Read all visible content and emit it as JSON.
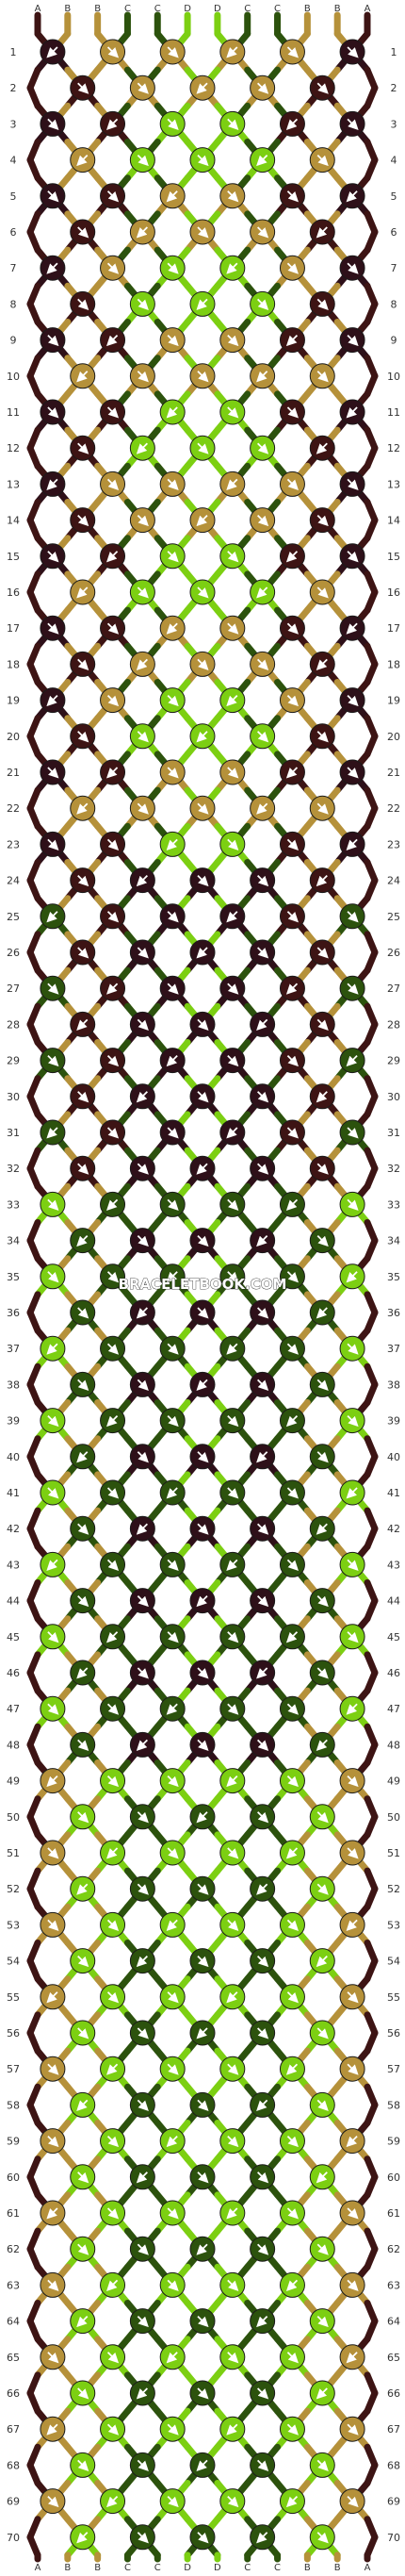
{
  "watermark": "BRACELETBOOK.COM",
  "strands": [
    "A",
    "B",
    "B",
    "C",
    "C",
    "D",
    "D",
    "C",
    "C",
    "B",
    "B",
    "A"
  ],
  "colors": {
    "A": "#3d1414",
    "B": "#b5913a",
    "C": "#2c520d",
    "D": "#7ccf12",
    "E": "#2e1019"
  },
  "rows": [
    "1",
    "2",
    "3",
    "4",
    "5",
    "6",
    "7",
    "8",
    "9",
    "10",
    "11",
    "12",
    "13",
    "14",
    "15",
    "16",
    "17",
    "18",
    "19",
    "20",
    "21",
    "22",
    "23",
    "24",
    "25",
    "26",
    "27",
    "28",
    "29",
    "30",
    "31",
    "32",
    "33",
    "34",
    "35",
    "36",
    "37",
    "38",
    "39",
    "40",
    "41",
    "42",
    "43",
    "44",
    "45",
    "46",
    "47",
    "48",
    "49",
    "50",
    "51",
    "52",
    "53",
    "54",
    "55",
    "56",
    "57",
    "58",
    "59",
    "60",
    "61",
    "62",
    "63",
    "64",
    "65",
    "66",
    "67",
    "68",
    "69",
    "70"
  ],
  "row_count": 70,
  "knot_icon": "knot-direction-arrow-icon"
}
